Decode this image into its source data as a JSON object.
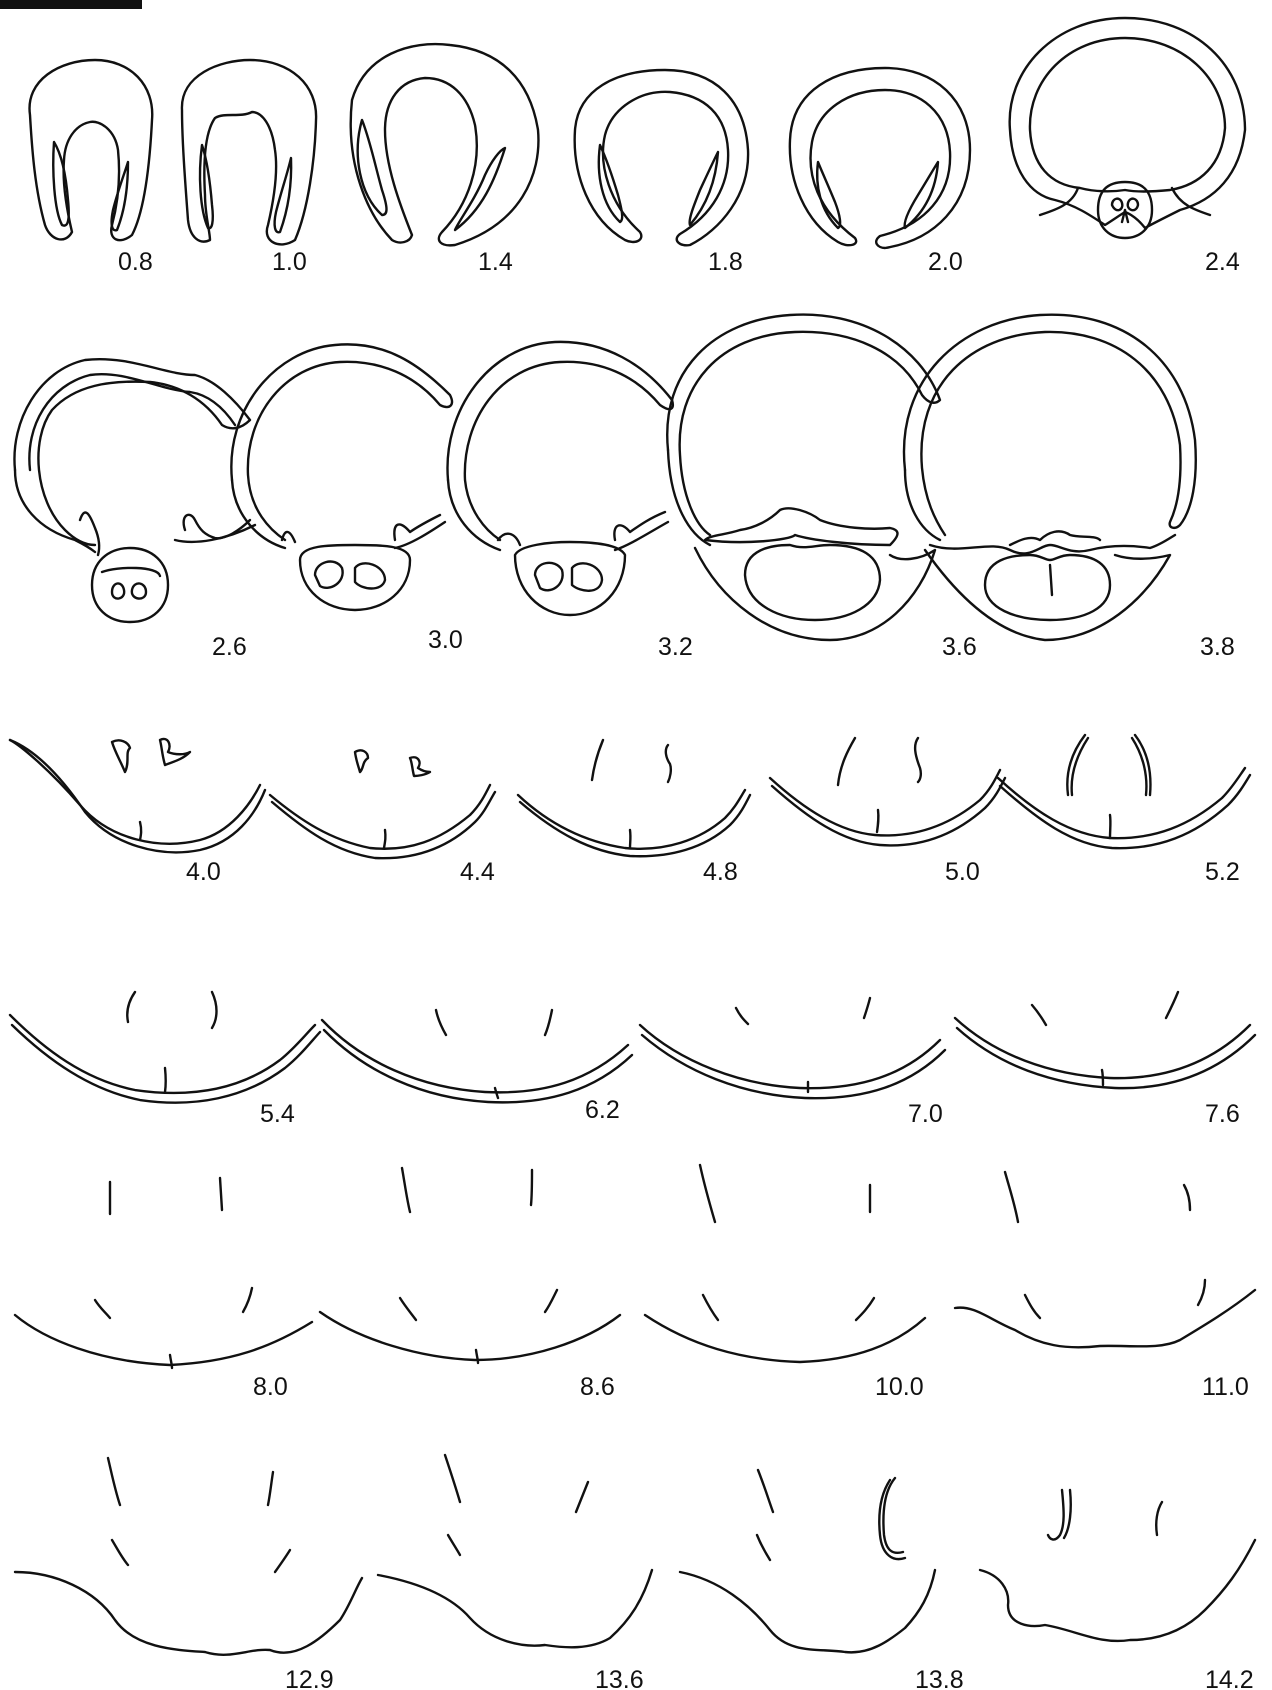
{
  "figure": {
    "sections": [
      {
        "label": "0.8"
      },
      {
        "label": "1.0"
      },
      {
        "label": "1.4"
      },
      {
        "label": "1.8"
      },
      {
        "label": "2.0"
      },
      {
        "label": "2.4"
      },
      {
        "label": "2.6"
      },
      {
        "label": "3.0"
      },
      {
        "label": "3.2"
      },
      {
        "label": "3.6"
      },
      {
        "label": "3.8"
      },
      {
        "label": "4.0"
      },
      {
        "label": "4.4"
      },
      {
        "label": "4.8"
      },
      {
        "label": "5.0"
      },
      {
        "label": "5.2"
      },
      {
        "label": "5.4"
      },
      {
        "label": "6.2"
      },
      {
        "label": "7.0"
      },
      {
        "label": "7.6"
      },
      {
        "label": "8.0"
      },
      {
        "label": "8.6"
      },
      {
        "label": "10.0"
      },
      {
        "label": "11.0"
      },
      {
        "label": "12.9"
      },
      {
        "label": "13.6"
      },
      {
        "label": "13.8"
      },
      {
        "label": "14.2"
      }
    ],
    "colors": {
      "line": "#111111",
      "background": "#ffffff"
    }
  }
}
